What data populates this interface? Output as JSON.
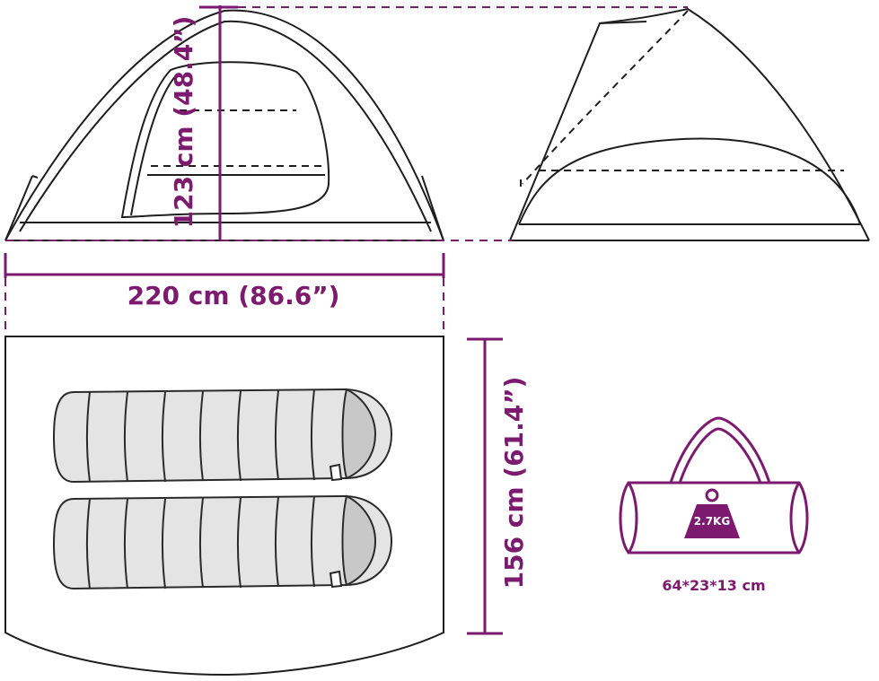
{
  "colors": {
    "accent": "#7b1a6e",
    "outline": "#1e1e1e",
    "bag_fill": "#ffffff",
    "sleeping_bag_fill": "#e4e4e4",
    "hood_fill": "#c8c8c8"
  },
  "dimensions": {
    "width_label": "220 cm (86.6”)",
    "height_label": "123 cm (48.4”)",
    "depth_label": "156 cm (61.4”)"
  },
  "bag": {
    "weight_label": "2.7KG",
    "size_label": "64*23*13 cm"
  },
  "icons": {
    "tent_front": "tent-front-view-icon",
    "tent_side": "tent-side-view-icon",
    "floor": "tent-floor-plan-icon",
    "sleeping_bag": "sleeping-bag-icon",
    "carry_bag": "carry-bag-icon",
    "weight": "kettlebell-weight-icon"
  }
}
